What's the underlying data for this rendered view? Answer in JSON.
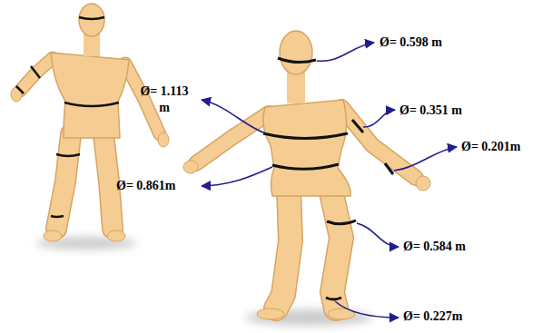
{
  "diagram": {
    "labels": [
      "Ø= 0.598 m",
      "Ø= 1.113 m",
      "Ø= 0.351 m",
      "Ø= 0.201m",
      "Ø= 0.861m",
      "Ø= 0.584 m",
      "Ø= 0.227m"
    ]
  }
}
